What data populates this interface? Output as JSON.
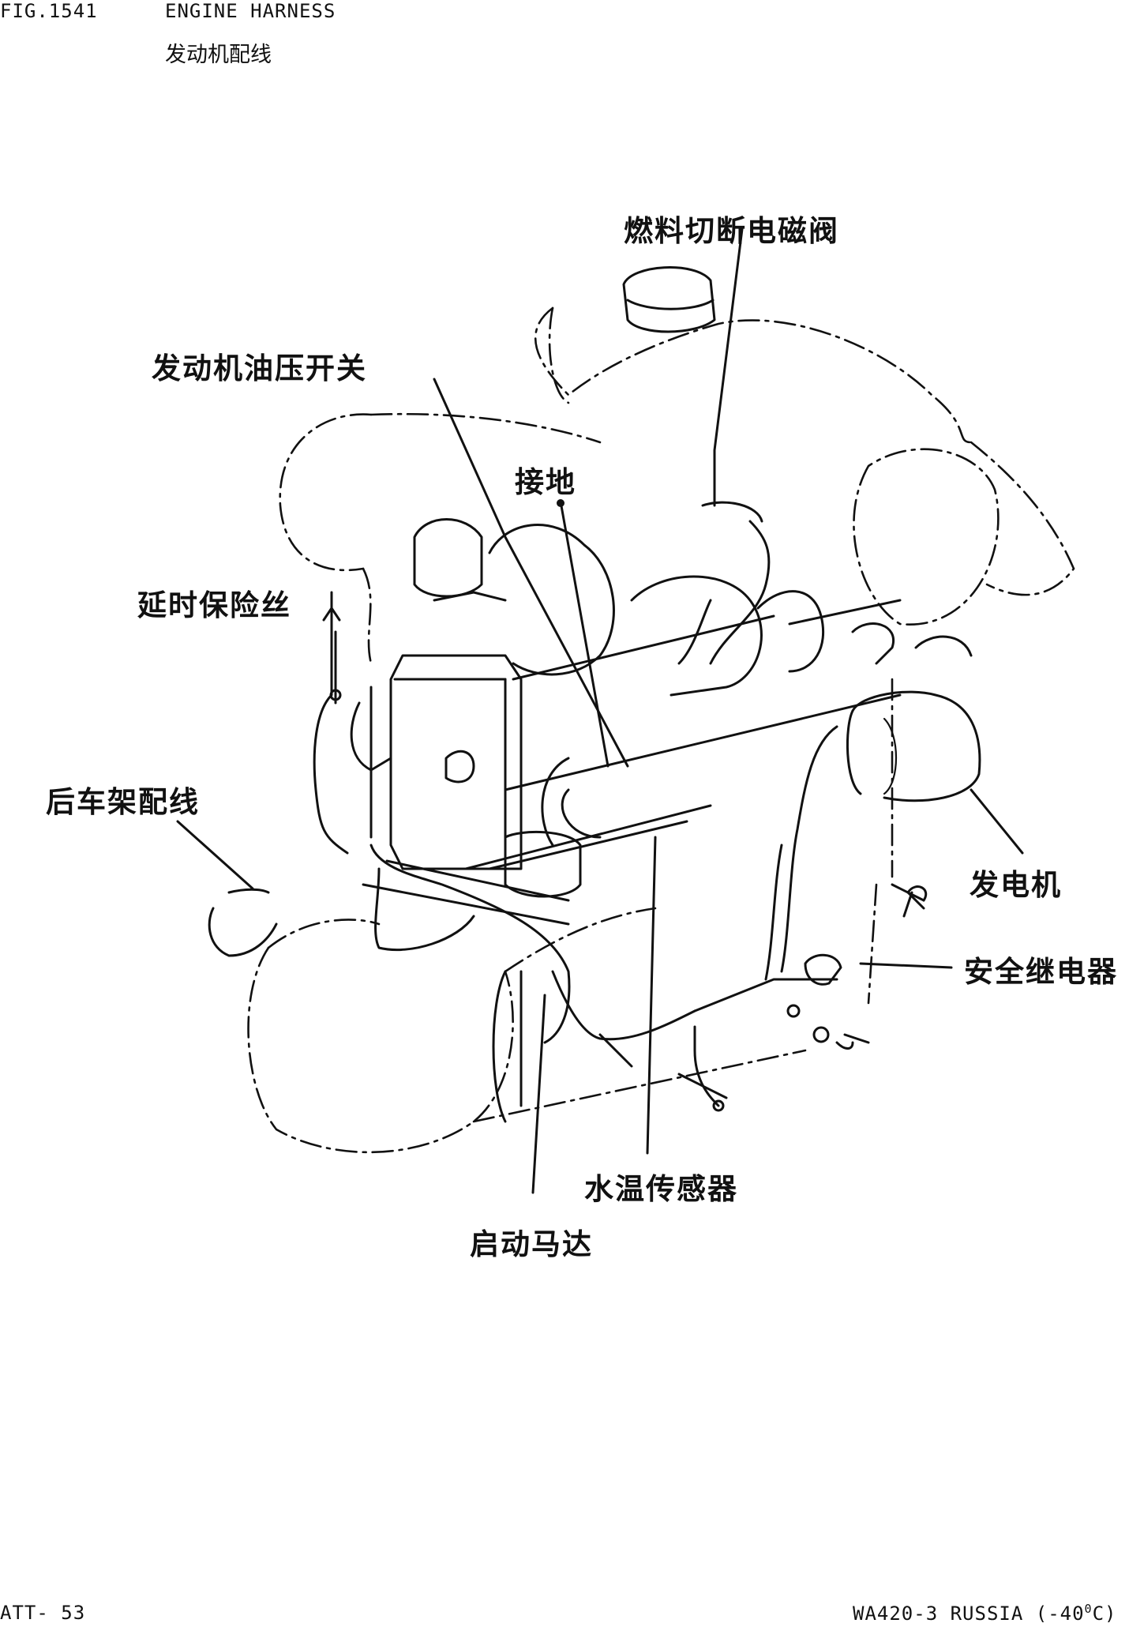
{
  "header": {
    "fig_number": "FIG.1541",
    "title": "ENGINE HARNESS",
    "subtitle": "发动机配线"
  },
  "callouts": {
    "fuel_cut_solenoid": "燃料切断电磁阀",
    "engine_oil_pressure_switch": "发动机油压开关",
    "ground": "接地",
    "time_delay_fuse": "延时保险丝",
    "rear_frame_wiring": "后车架配线",
    "alternator": "发电机",
    "safety_relay": "安全继电器",
    "water_temp_sensor": "水温传感器",
    "starting_motor": "启动马达"
  },
  "footer": {
    "page": "ATT- 53",
    "model_prefix": "WA420-3 RUSSIA (-40",
    "degree": "0",
    "model_suffix": "C)"
  }
}
